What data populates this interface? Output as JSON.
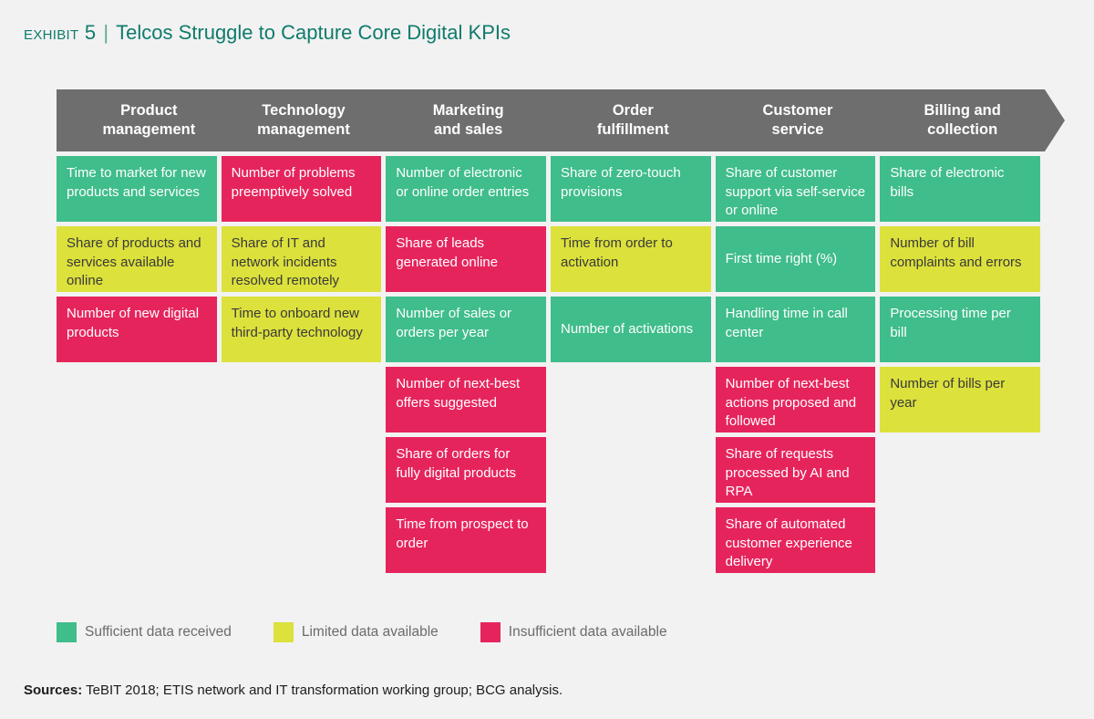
{
  "title": {
    "exhibit": "Exhibit 5",
    "divider": "|",
    "text": "Telcos Struggle to Capture Core Digital KPIs"
  },
  "colors": {
    "green": "#3fbd8b",
    "yellow": "#dce13c",
    "pink": "#e6245c",
    "header_gray": "#6e6e6e",
    "title_teal": "#0f7b6c",
    "background": "#f2f2f2"
  },
  "chart_data": {
    "type": "table",
    "title": "Telcos Struggle to Capture Core Digital KPIs",
    "legend_position": "bottom-left",
    "columns": [
      {
        "header_line1": "Product",
        "header_line2": "management",
        "cells": [
          {
            "text": "Time to market for new products and services",
            "status": "green"
          },
          {
            "text": "Share of products and services available online",
            "status": "yellow"
          },
          {
            "text": "Number of new digital products",
            "status": "pink"
          }
        ]
      },
      {
        "header_line1": "Technology",
        "header_line2": "management",
        "cells": [
          {
            "text": "Number of problems preemptively solved",
            "status": "pink"
          },
          {
            "text": "Share of IT and network incidents resolved remotely",
            "status": "yellow"
          },
          {
            "text": "Time to onboard new third-party technology",
            "status": "yellow"
          }
        ]
      },
      {
        "header_line1": "Marketing",
        "header_line2": "and sales",
        "cells": [
          {
            "text": "Number of electronic or online order entries",
            "status": "green"
          },
          {
            "text": "Share of leads generated online",
            "status": "pink"
          },
          {
            "text": "Number of sales or orders per year",
            "status": "green"
          },
          {
            "text": "Number of next-best offers suggested",
            "status": "pink"
          },
          {
            "text": "Share of orders for fully digital products",
            "status": "pink"
          },
          {
            "text": "Time from prospect to order",
            "status": "pink"
          }
        ]
      },
      {
        "header_line1": "Order",
        "header_line2": "fulfillment",
        "cells": [
          {
            "text": "Share of zero-touch provisions",
            "status": "green"
          },
          {
            "text": "Time from order to activation",
            "status": "yellow"
          },
          {
            "text": "Number of activations",
            "status": "green"
          }
        ]
      },
      {
        "header_line1": "Customer",
        "header_line2": "service",
        "cells": [
          {
            "text": "Share of customer support via self-service or online",
            "status": "green"
          },
          {
            "text": "First time right (%)",
            "status": "green"
          },
          {
            "text": "Handling time in call center",
            "status": "green"
          },
          {
            "text": "Number of next-best actions proposed and followed",
            "status": "pink"
          },
          {
            "text": "Share of requests processed by AI and RPA",
            "status": "pink"
          },
          {
            "text": "Share of automated customer experience delivery",
            "status": "pink"
          }
        ]
      },
      {
        "header_line1": "Billing and",
        "header_line2": "collection",
        "cells": [
          {
            "text": "Share of electronic bills",
            "status": "green"
          },
          {
            "text": "Number of bill complaints and errors",
            "status": "yellow"
          },
          {
            "text": "Processing time per bill",
            "status": "green"
          },
          {
            "text": "Number of bills per year",
            "status": "yellow"
          }
        ]
      }
    ],
    "legend": [
      {
        "label": "Sufficient data received",
        "color": "#3fbd8b",
        "key": "green"
      },
      {
        "label": "Limited data available",
        "color": "#dce13c",
        "key": "yellow"
      },
      {
        "label": "Insufficient data available",
        "color": "#e6245c",
        "key": "pink"
      }
    ]
  },
  "footer": {
    "label": "Sources:",
    "text": " TeBIT 2018; ETIS network and IT transformation working group; BCG analysis."
  }
}
